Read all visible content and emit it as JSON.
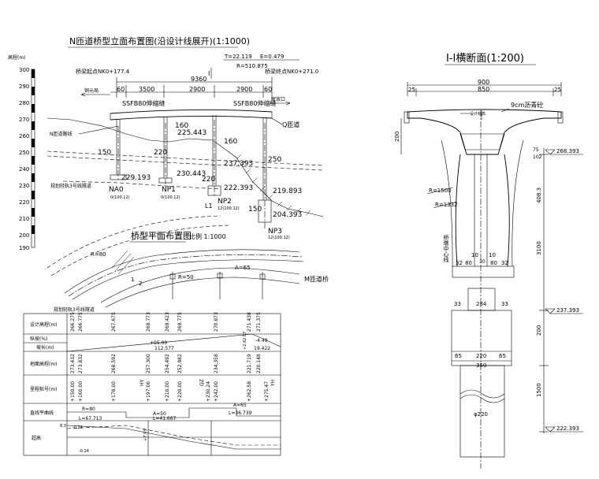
{
  "elevation_title": "N匝道桥型立面布置图(沿设计线展开)(1:1000)",
  "elevation_axis_label": "高程(m)",
  "elevation_ticks": [
    "300",
    "290",
    "280",
    "270",
    "260",
    "250",
    "240",
    "230",
    "220",
    "210",
    "200",
    "190"
  ],
  "curve": {
    "T": "T=22.119",
    "E": "E=0.479",
    "R": "R=510.875"
  },
  "stations": {
    "start": "桥梁起点NK0+177.4",
    "end": "桥梁终点NK0+271.0"
  },
  "span_dims": {
    "total": "9360",
    "s1": "60",
    "s2": "3500",
    "s3": "2900",
    "s4": "2900",
    "s5": "60"
  },
  "directions": {
    "left": "铜元局",
    "right": "解放口"
  },
  "joints": {
    "left": "SSFB80伸缩缝",
    "right": "SSFB80伸缩缝"
  },
  "piers": [
    "NA0",
    "NP1",
    "NP2",
    "NP3"
  ],
  "pier_sub": [
    "0(100.12)",
    "0(100.12)",
    "12(100.12)",
    "12(100.12)"
  ],
  "elev_labels": {
    "e225": "225.443",
    "e230": "230.443",
    "e229": "229.193",
    "e237": "237.393",
    "e222": "222.393",
    "e219": "219.893",
    "e204": "204.393"
  },
  "dim_labels": {
    "d160a": "160",
    "d160b": "160",
    "d220a": "220",
    "d220b": "220",
    "d150a": "150",
    "d150b": "150",
    "d250": "250"
  },
  "annotations": {
    "n_line": "N匝道路线",
    "q_line": "Q匝道",
    "tunnel": "规划轻轨3号线隧道",
    "tunnel2": "规划轻轨3号线隧道",
    "pier_mark": "L1"
  },
  "plan_title": "桥型平面布置图",
  "plan_scale": "比例 1:1000",
  "plan_labels": {
    "R80": "R=80",
    "R50": "R=50",
    "A65": "A=65",
    "m_line": "M匝道桥",
    "c1": "1",
    "c2": "2"
  },
  "profile_table": {
    "rows": [
      "设计高程(m)",
      "纵坡(%)",
      "坡长(m)",
      "地面高程(m)",
      "里程桩号(m)",
      "直线平曲线",
      "超高"
    ],
    "slope_unit": "纵坡(%)",
    "length_unit": "坡长(m)",
    "design_elev": [
      "266.275",
      "266.775",
      "267.675",
      "268.773",
      "269.423",
      "269.775",
      "270.873",
      "271.438",
      "271.375"
    ],
    "grade": {
      "up": "+05.00",
      "down": "-4.49",
      "length1": "112.577",
      "length2": "19.422",
      "vc": "+2.62.57"
    },
    "ground_elev": [
      "273.432",
      "273.832",
      "268.592",
      "257.300",
      "254.492",
      "252.982",
      "234.358",
      "221.719",
      "220.148"
    ],
    "stations": [
      "+150.00",
      "+160.00",
      "+178.00",
      "+197.06",
      "+210.00",
      "+220.00",
      "+230.24",
      "+242.00",
      "+262.58",
      "+275.47"
    ],
    "station_extra": [
      "HY",
      "QZ",
      "YH"
    ],
    "curve_row": {
      "r80": "R=80",
      "l1": "L=67.713",
      "a50": "A=50",
      "l2": "L=41.667",
      "a65": "A=65",
      "l3": "L=36.739"
    },
    "super_vals": [
      "8.3",
      "-0.24",
      "-0.24",
      "+7.93"
    ]
  },
  "section_title": "I-I横断面(1:200)",
  "section_dims": {
    "w900": "900",
    "w850": "850",
    "w25a": "25",
    "w25b": "25",
    "pave": "9cm沥青砼",
    "design_elev": "设计标高",
    "h200a": "200",
    "h75": "75",
    "h102": "102",
    "h3100": "3100",
    "h4083": "408.3",
    "h200b": "200",
    "h1500": "1500",
    "r1500": "R=1500",
    "r1332": "R=1332",
    "w10a": "10",
    "w10b": "10",
    "w30": "30",
    "w32a": "32",
    "w80a": "80",
    "w80b": "80",
    "w32b": "32",
    "w33a": "33",
    "w284": "284",
    "w33b": "33",
    "w65a": "65",
    "w220": "220",
    "w65b": "65",
    "w350": "350",
    "d220": "φ220",
    "pier_center": "桥墩中心线"
  },
  "section_elev": {
    "top": "268.393",
    "mid": "237.393",
    "bot": "222.393"
  }
}
